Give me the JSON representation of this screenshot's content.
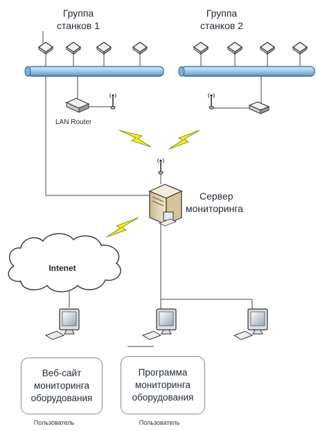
{
  "group1": {
    "title_line1": "Группа",
    "title_line2": "станков 1"
  },
  "group2": {
    "title_line1": "Группа",
    "title_line2": "станков 2"
  },
  "router": {
    "label": "LAN Router"
  },
  "server": {
    "title_line1": "Сервер",
    "title_line2": "мониторинга"
  },
  "cloud": {
    "label": "Intenet"
  },
  "website_box": {
    "text": "Веб-сайт\nмониторинга\nоборудования"
  },
  "program_box": {
    "text": "Программа\nмониторинга\nоборудования"
  },
  "user_left": {
    "label": "Пользователь"
  },
  "user_right": {
    "label": "Пользователь"
  },
  "colors": {
    "bus_fill": "#9ec7e8",
    "bus_stroke": "#2f5f8a",
    "line": "#444444",
    "lightning_fill": "#f0ee20",
    "lightning_stroke": "#7a7a10",
    "device_fill": "#f2f2f2",
    "device_stroke": "#333333",
    "server_fill": "#e8dcc0"
  },
  "icons": [
    "machine-node-icon",
    "lan-router-icon",
    "antenna-icon",
    "wireless-link-icon",
    "server-icon",
    "workstation-icon",
    "internet-cloud-icon"
  ]
}
